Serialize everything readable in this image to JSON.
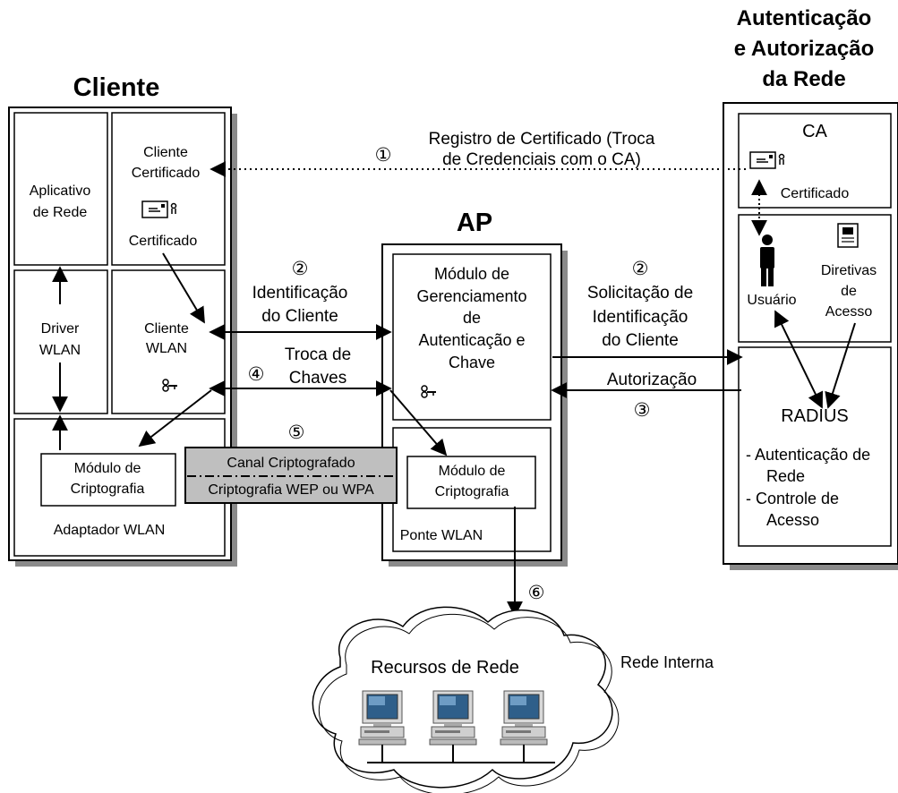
{
  "client": {
    "title": "Cliente",
    "app_line1": "Aplicativo",
    "app_line2": "de Rede",
    "cert_client_line1": "Cliente",
    "cert_client_line2": "Certificado",
    "cert_label": "Certificado",
    "driver_line1": "Driver",
    "driver_line2": "WLAN",
    "wlan_client_line1": "Cliente",
    "wlan_client_line2": "WLAN",
    "crypto_line1": "Módulo de",
    "crypto_line2": "Criptografia",
    "adapter": "Adaptador WLAN"
  },
  "ap": {
    "title": "AP",
    "mgmt_line1": "Módulo de",
    "mgmt_line2": "Gerenciamento",
    "mgmt_line3": "de",
    "mgmt_line4": "Autenticação e",
    "mgmt_line5": "Chave",
    "crypto_line1": "Módulo de",
    "crypto_line2": "Criptografia",
    "bridge": "Ponte WLAN"
  },
  "network_auth": {
    "title_line1": "Autenticação",
    "title_line2": "e Autorização",
    "title_line3": "da Rede",
    "ca": "CA",
    "cert_label": "Certificado",
    "user": "Usuário",
    "policy_line1": "Diretivas",
    "policy_line2": "de",
    "policy_line3": "Acesso",
    "radius": "RADIUS",
    "radius_item1_line1": "- Autenticação de",
    "radius_item1_line2": "Rede",
    "radius_item2_line1": "-  Controle de",
    "radius_item2_line2": "Acesso"
  },
  "messages": {
    "step1": "①",
    "reg_line1": "Registro de Certificado (Troca",
    "reg_line2": "de Credenciais com o CA)",
    "step2a": "②",
    "ident_line1": "Identificação",
    "ident_line2": "do Cliente",
    "step2b": "②",
    "req_line1": "Solicitação de",
    "req_line2": "Identificação",
    "req_line3": "do Cliente",
    "step4": "④",
    "keys_line1": "Troca de",
    "keys_line2": "Chaves",
    "authz": "Autorização",
    "step3": "③",
    "step5": "⑤",
    "channel_line1": "Canal Criptografado",
    "channel_line2": "Criptografia WEP ou WPA",
    "step6": "⑥"
  },
  "internal": {
    "resources": "Recursos de Rede",
    "network": "Rede Interna"
  },
  "icons": {
    "certificate": "certificate-icon",
    "key": "key-icon",
    "user": "user-icon",
    "policy": "policy-document-icon",
    "computer": "computer-icon",
    "cloud": "cloud-icon"
  },
  "colors": {
    "channel_fill": "#bfbfbf",
    "shadow": "#8a8a8a",
    "line": "#000000"
  }
}
